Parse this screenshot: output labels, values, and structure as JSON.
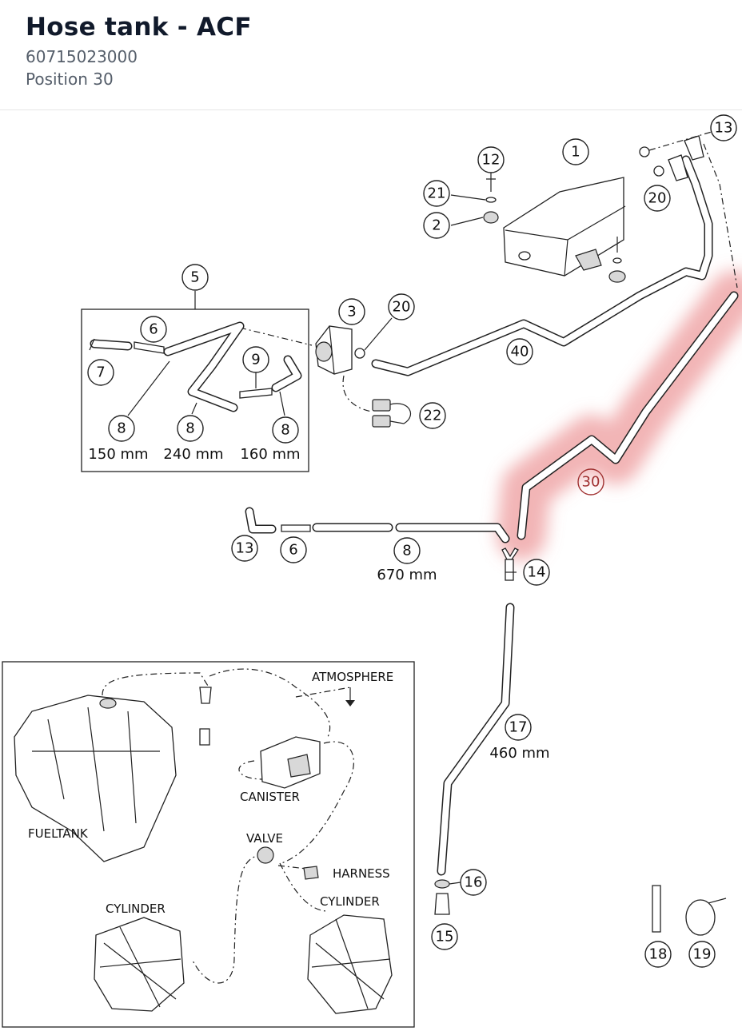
{
  "header": {
    "title": "Hose tank - ACF",
    "part_number": "60715023000",
    "position": "Position 30"
  },
  "highlight_color": "#e8787a",
  "callouts": {
    "c1": "1",
    "c2": "2",
    "c3": "3",
    "c5": "5",
    "c6a": "6",
    "c6b": "6",
    "c7": "7",
    "c8a": "8",
    "c8b": "8",
    "c8c": "8",
    "c8d": "8",
    "c9": "9",
    "c12": "12",
    "c13a": "13",
    "c13b": "13",
    "c14": "14",
    "c15": "15",
    "c16": "16",
    "c17": "17",
    "c18": "18",
    "c19": "19",
    "c20a": "20",
    "c20b": "20",
    "c21": "21",
    "c22": "22",
    "c30": "30",
    "c40": "40"
  },
  "lengths": {
    "l150": "150 mm",
    "l240": "240 mm",
    "l160": "160 mm",
    "l670": "670 mm",
    "l460": "460 mm"
  },
  "inset": {
    "atmosphere": "ATMOSPHERE",
    "canister": "CANISTER",
    "fueltank": "FUELTANK",
    "valve": "VALVE",
    "harness": "HARNESS",
    "cylinder_left": "CYLINDER",
    "cylinder_right": "CYLINDER"
  }
}
